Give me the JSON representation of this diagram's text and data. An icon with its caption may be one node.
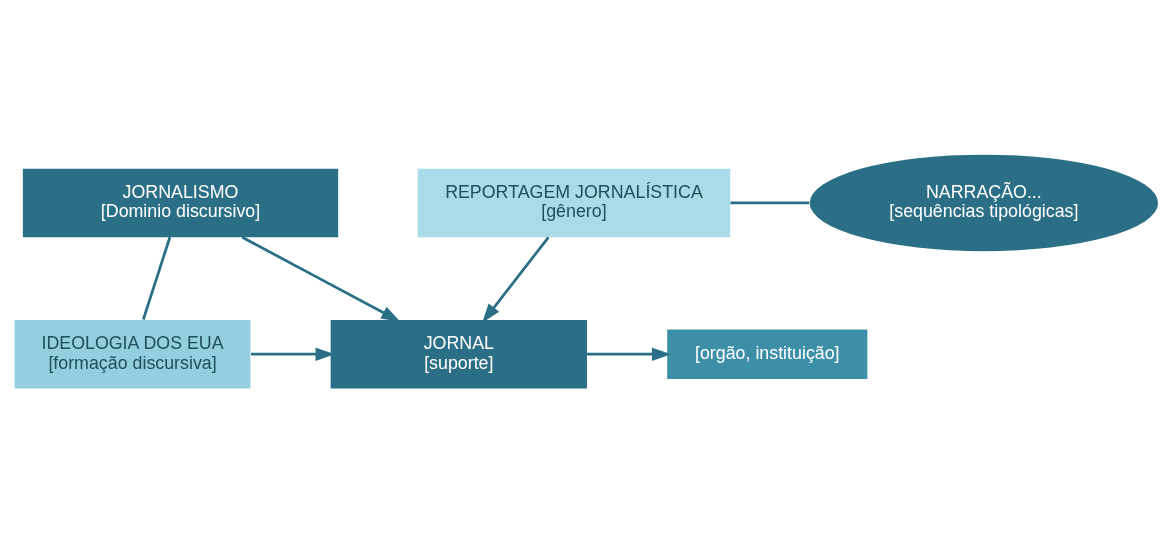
{
  "diagram": {
    "nodes": [
      {
        "text": [
          "JORNALISMO",
          "[Dominio discursivo]"
        ]
      },
      {
        "text": [
          "[orgão, instituição]"
        ]
      },
      {
        "text": [
          "JORNAL",
          "[suporte]"
        ]
      },
      {
        "text": [
          "IDEOLOGIA DOS EUA",
          "[formação discursiva]"
        ]
      },
      {
        "text": [
          "REPORTAGEM JORNALÍSTICA",
          "[gênero]"
        ]
      },
      {
        "text": [
          "NARRAÇÃO...",
          "[sequências tipológicas]"
        ]
      }
    ],
    "edges": [
      {
        "from": 0,
        "to": 2,
        "arrow": "to"
      },
      {
        "from": 2,
        "to": 1,
        "arrow": "to"
      },
      {
        "from": 3,
        "to": 2,
        "arrow": "to"
      },
      {
        "from": 4,
        "to": 2,
        "arrow": "to"
      },
      {
        "from": 0,
        "to": 3,
        "arrow": "none"
      },
      {
        "from": 4,
        "to": 5,
        "arrow": "none"
      }
    ]
  }
}
